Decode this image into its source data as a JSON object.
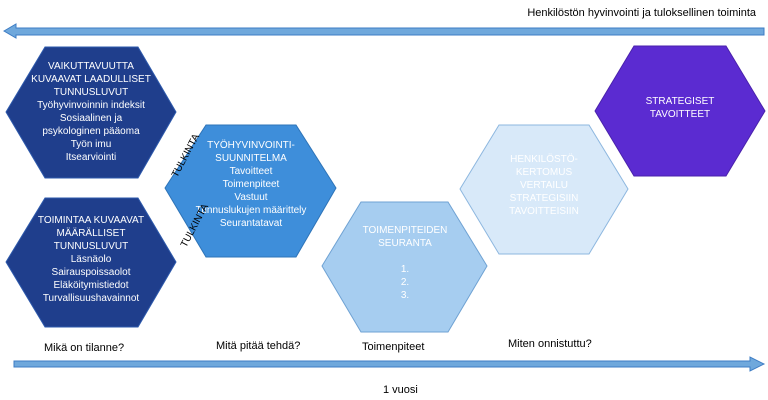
{
  "top_arrow": {
    "label": "Henkilöstön hyvinvointi ja tuloksellinen toiminta"
  },
  "bottom_arrow": {
    "label": "1 vuosi"
  },
  "hexagons": [
    {
      "id": "qualitative",
      "lines": [
        "VAIKUTTAVUUTTA",
        "KUVAAVAT LAADULLISET",
        "TUNNUSLUVUT",
        "Työhyvinvoinnin indeksit",
        "Sosiaalinen ja",
        "psykologinen pääoma",
        "Työn imu",
        "Itsearviointi"
      ],
      "fill": "#1F3E8C",
      "stroke": "#2E5AAC",
      "text_color": "#FFFFFF"
    },
    {
      "id": "quantitative",
      "lines": [
        "TOIMINTAA KUVAAVAT",
        "MÄÄRÄLLISET",
        "TUNNUSLUVUT",
        "Läsnäolo",
        "Sairauspoissaolot",
        "Eläköitymistiedot",
        "Turvallisuushavainnot"
      ],
      "fill": "#1F3E8C",
      "stroke": "#2E5AAC",
      "text_color": "#FFFFFF"
    },
    {
      "id": "plan",
      "lines": [
        "TYÖHYVINVOINTI-",
        "SUUNNITELMA",
        "Tavoitteet",
        "Toimenpiteet",
        "Vastuut",
        "Tunnuslukujen määrittely",
        "Seurantatavat"
      ],
      "fill": "#3E8EDA",
      "stroke": "#2E74B8",
      "text_color": "#FFFFFF"
    },
    {
      "id": "followup",
      "lines": [
        "TOIMENPITEIDEN",
        "SEURANTA",
        "",
        "1.",
        "2.",
        "3."
      ],
      "fill": "#A6CDF0",
      "stroke": "#6FA2D3",
      "text_color": "#FFFFFF"
    },
    {
      "id": "report",
      "lines": [
        "HENKILÖSTÖ-",
        "KERTOMUS",
        "VERTAILU",
        "STRATEGISIIN",
        "TAVOITTEISIIN"
      ],
      "fill": "#D8E9F9",
      "stroke": "#8DB7DF",
      "text_color": "#FFFFFF"
    },
    {
      "id": "strategy",
      "lines": [
        "STRATEGISET",
        "TAVOITTEET"
      ],
      "fill": "#5B2BD1",
      "stroke": "#4A22AC",
      "text_color": "#FFFFFF"
    }
  ],
  "interpretation_labels": [
    "TULKINTA",
    "TULKINTA"
  ],
  "captions": [
    "Mikä on tilanne?",
    "Mitä pitää tehdä?",
    "Toimenpiteet",
    "Miten onnistuttu?"
  ],
  "colors": {
    "arrow_fill": "#6FA8DC",
    "arrow_stroke": "#3D7CC4"
  }
}
